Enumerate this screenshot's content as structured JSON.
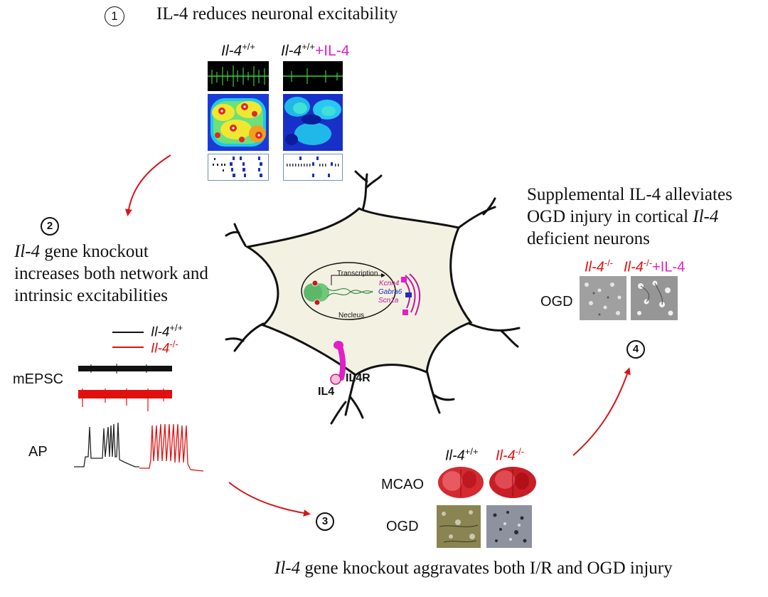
{
  "step1": {
    "number": "1",
    "title": "IL-4 reduces neuronal excitability",
    "col1": {
      "gene": "Il-4",
      "sup": "+/+",
      "suffix": ""
    },
    "col2": {
      "gene": "Il-4",
      "sup": "+/+",
      "suffix": "+IL-4"
    }
  },
  "step2": {
    "number": "2",
    "line1_gene": "Il-4",
    "line1_rest": " gene knockout",
    "line2": "increases both network and",
    "line3": "intrinsic excitabilities",
    "legend": [
      {
        "gene": "Il-4",
        "sup": "+/+",
        "color": "#111111"
      },
      {
        "gene": "Il-4",
        "sup": "-/-",
        "color": "#e01010"
      }
    ],
    "mepsc_label": "mEPSC",
    "ap_label": "AP"
  },
  "center": {
    "transcription": "Transcription",
    "nucleus": "Necleus",
    "genes": [
      {
        "name": "Kcnn4",
        "color": "#c2189a"
      },
      {
        "name": "Gabra6",
        "color": "#1a2fbf"
      },
      {
        "name": "Scn1a",
        "color": "#c2189a"
      }
    ],
    "receptor": "IL4R",
    "ligand": "IL4"
  },
  "step3": {
    "number": "3",
    "col1": {
      "gene": "Il-4",
      "sup": "+/+"
    },
    "col2": {
      "gene": "Il-4",
      "sup": "-/-"
    },
    "row1": "MCAO",
    "row2": "OGD",
    "caption_gene": "Il-4",
    "caption_rest": " gene knockout aggravates both I/R and OGD injury"
  },
  "step4": {
    "number": "4",
    "line1": "Supplemental IL-4 alleviates",
    "line2_pre": "OGD injury in cortical ",
    "line2_gene": "Il-4",
    "line3": "deficient neurons",
    "col1": {
      "gene": "Il-4",
      "sup": "-/-",
      "suffix": ""
    },
    "col2": {
      "gene": "Il-4",
      "sup": "-/-",
      "suffix": "+IL-4"
    },
    "row": "OGD"
  },
  "colors": {
    "red": "#e01010",
    "magenta": "#e020c8",
    "arrow": "#d8141a"
  }
}
